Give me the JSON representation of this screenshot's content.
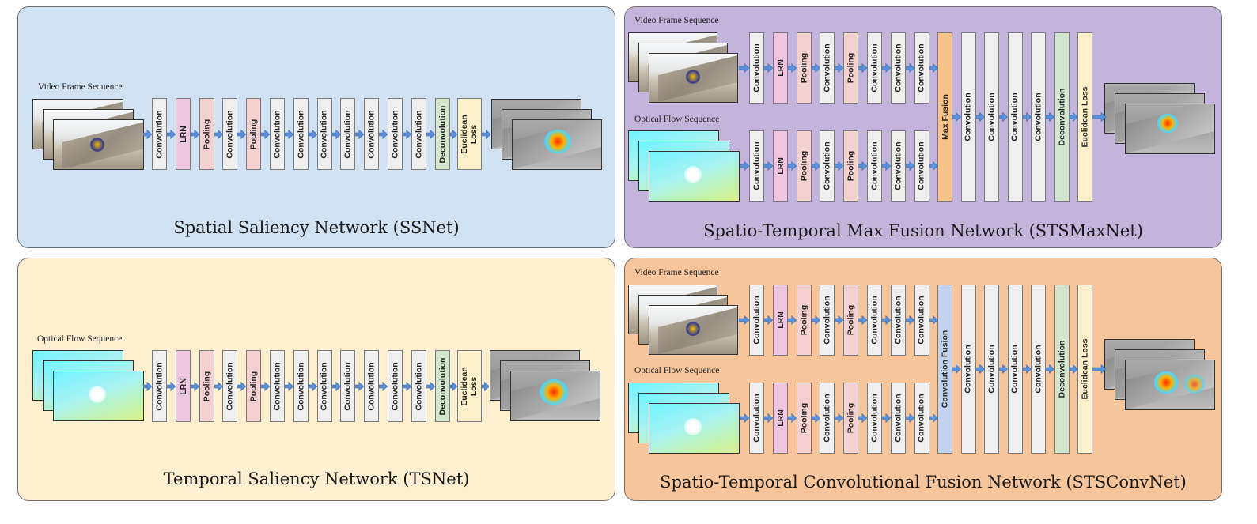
{
  "panels": {
    "ssnet": {
      "title": "Spatial Saliency Network (SSNet)",
      "input_label": "Video Frame Sequence",
      "layers": [
        "Convolution",
        "LRN",
        "Pooling",
        "Convolution",
        "Pooling",
        "Convolution",
        "Convolution",
        "Convolution",
        "Convolution",
        "Convolution",
        "Convolution",
        "Convolution",
        "Deconvolution",
        "Euclidean Loss"
      ]
    },
    "tsnet": {
      "title": "Temporal Saliency Network (TSNet)",
      "input_label": "Optical Flow  Sequence",
      "layers": [
        "Convolution",
        "LRN",
        "Pooling",
        "Convolution",
        "Pooling",
        "Convolution",
        "Convolution",
        "Convolution",
        "Convolution",
        "Convolution",
        "Convolution",
        "Convolution",
        "Deconvolution",
        "Euclidean Loss"
      ]
    },
    "stsmaxnet": {
      "title": "Spatio-Temporal Max Fusion Network (STSMaxNet)",
      "video_label": "Video Frame Sequence",
      "flow_label": "Optical Flow  Sequence",
      "branch_layers": [
        "Convolution",
        "LRN",
        "Pooling",
        "Convolution",
        "Pooling",
        "Convolution",
        "Convolution",
        "Convolution"
      ],
      "fusion_label": "Max Fusion",
      "post_layers": [
        "Convolution",
        "Convolution",
        "Convolution",
        "Convolution",
        "Deconvolution",
        "Euclidean Loss"
      ]
    },
    "stsconvnet": {
      "title": "Spatio-Temporal Convolutional Fusion Network (STSConvNet)",
      "video_label": "Video Frame Sequence",
      "flow_label": "Optical Flow  Sequence",
      "branch_layers": [
        "Convolution",
        "LRN",
        "Pooling",
        "Convolution",
        "Pooling",
        "Convolution",
        "Convolution",
        "Convolution"
      ],
      "fusion_label": "Convolution Fusion",
      "post_layers": [
        "Convolution",
        "Convolution",
        "Convolution",
        "Convolution",
        "Deconvolution",
        "Euclidean Loss"
      ]
    }
  },
  "colors": {
    "ssnet_bg": "#d0e1f2",
    "tsnet_bg": "#fcefcf",
    "stsmaxnet_bg": "#c2b4da",
    "stsconvnet_bg": "#f6c59b",
    "arrow": "#5b8fd6",
    "convolution": "#efefef",
    "lrn": "#efc6df",
    "pooling": "#f5d0d0",
    "deconvolution": "#d3e6cd",
    "euclidean_loss": "#fbf0c9",
    "max_fusion": "#f6c28a",
    "convolution_fusion": "#c3d3ee"
  }
}
